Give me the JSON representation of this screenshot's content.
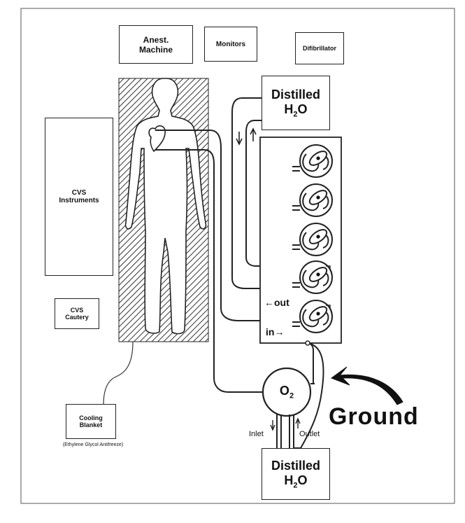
{
  "equipment": {
    "anesthesia_machine": "Anest. Machine",
    "monitors": "Monitors",
    "defibrillator": "Difibrillator",
    "cvs_instruments": "CVS Instruments",
    "cvs_cautery": "CVS Cautery",
    "cooling_blanket": "Cooling Blanket",
    "cooling_blanket_note": "(Ethylene Glycol Antifreeze)"
  },
  "water_top": {
    "line1": "Distilled",
    "line2_base": "H",
    "line2_sub": "2",
    "line2_tail": "O"
  },
  "water_bottom": {
    "line1": "Distilled",
    "line2_base": "H",
    "line2_sub": "2",
    "line2_tail": "O"
  },
  "oxygenator": {
    "base": "O",
    "sub": "2"
  },
  "pump_labels": {
    "out": "←out",
    "in": "in→"
  },
  "hose_labels": {
    "inlet": "Inlet",
    "outlet": "Outlet"
  },
  "ground_label": "Ground",
  "colors": {
    "line": "#222222",
    "hatch": "#333333"
  }
}
